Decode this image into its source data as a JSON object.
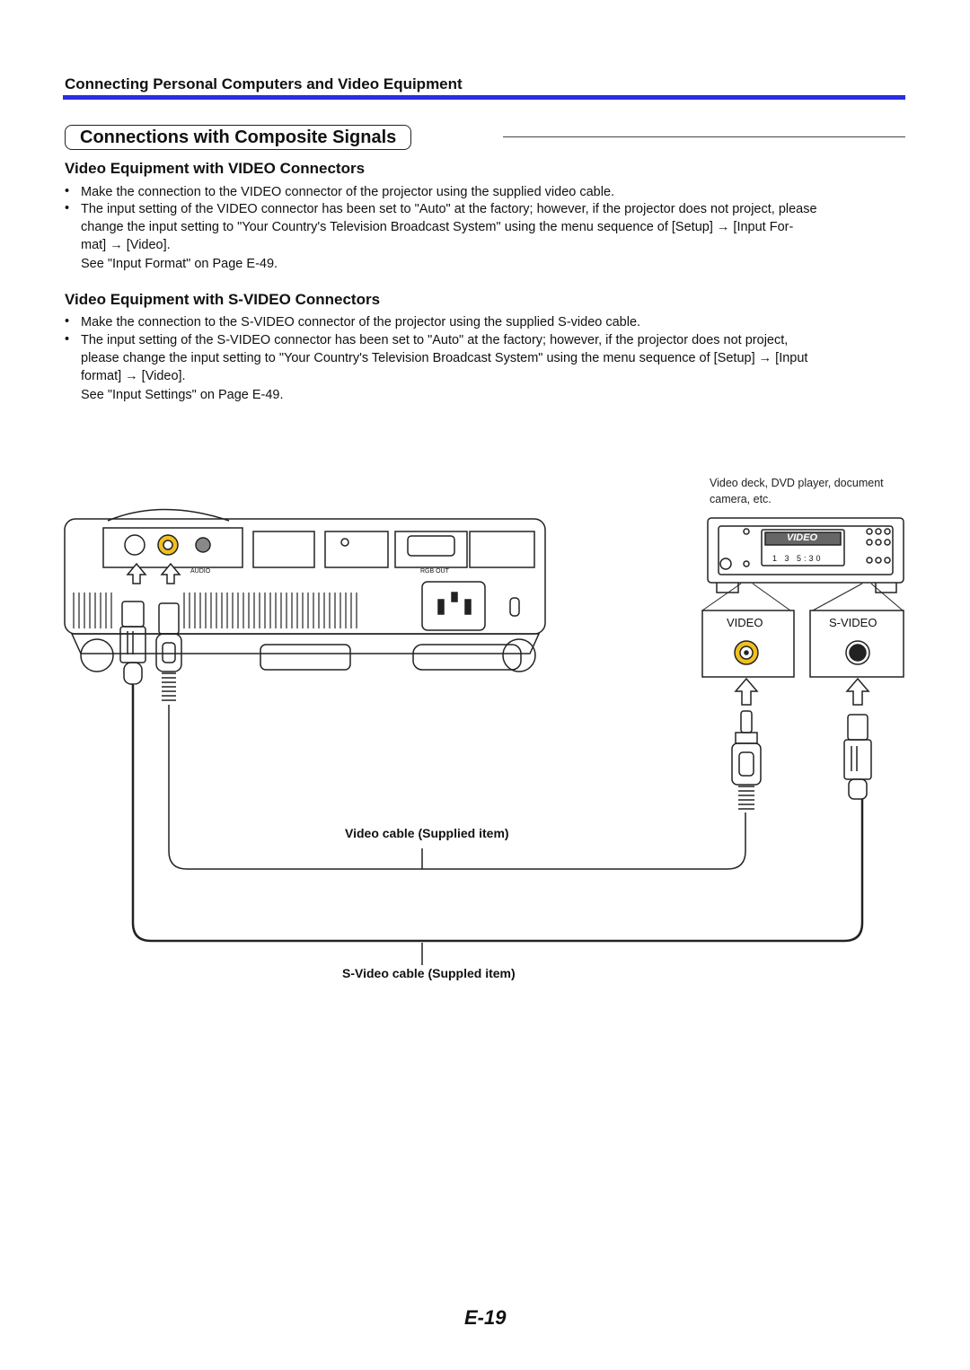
{
  "header": {
    "running_title": "Connecting Personal Computers and Video Equipment"
  },
  "section": {
    "title": "Connections with Composite Signals"
  },
  "video": {
    "heading": "Video Equipment with VIDEO Connectors",
    "bullet1": "Make the connection to the VIDEO connector of the projector using the supplied video cable.",
    "bullet2_l1": "The input setting of the VIDEO connector has been set to \"Auto\" at the factory; however, if the projector does not project, please",
    "bullet2_l2": "change the input setting to \"Your Country's Television Broadcast System\" using the menu sequence of [Setup] → [Input For-",
    "bullet2_l3": "mat] → [Video].",
    "see": "See \"Input Format\" on Page E-49."
  },
  "svideo": {
    "heading": "Video Equipment with S-VIDEO Connectors",
    "bullet1": "Make the connection to the S-VIDEO connector of the projector using the supplied S-video cable.",
    "bullet2_l1": "The input setting of the S-VIDEO connector has been set to \"Auto\" at the factory; however, if the projector does not project,",
    "bullet2_l2": "please change the input setting to \"Your Country's Television Broadcast System\" using the menu sequence of [Setup] → [Input",
    "bullet2_l3": "format] → [Video].",
    "see": "See \"Input Settings\" on Page E-49."
  },
  "diagram": {
    "device_caption_l1": "Video deck, DVD player, document",
    "device_caption_l2": "camera, etc.",
    "device_logo": "VIDEO",
    "device_display": "1  3  5:30",
    "port_video": "VIDEO",
    "port_svideo": "S-VIDEO",
    "projector_audio": "AUDIO",
    "projector_rgbout": "RGB OUT",
    "video_cable_label": "Video cable (Supplied item)",
    "svideo_cable_label": "S-Video cable (Suppled item)"
  },
  "bullet_glyph": "•",
  "page_number": "E-19",
  "colors": {
    "accent_rule": "#2b2ee0",
    "connector_yellow": "#f0c020"
  }
}
